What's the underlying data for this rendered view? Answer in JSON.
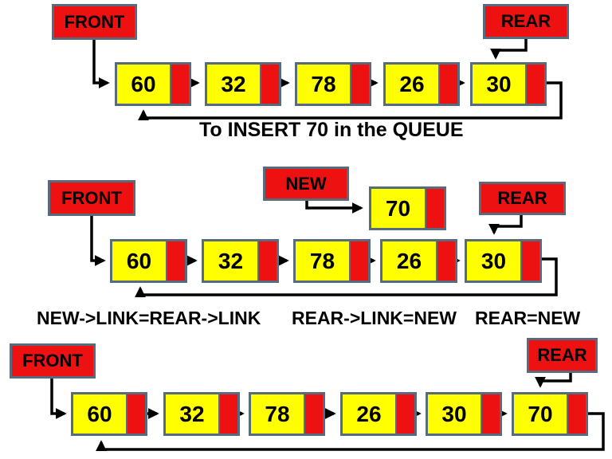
{
  "diagram": {
    "colors": {
      "box_red": "#ee1111",
      "node_yellow": "#ffff00",
      "border_slate": "#566b7e",
      "line_black": "#000000"
    },
    "row1": {
      "front": "FRONT",
      "rear": "REAR",
      "nodes": [
        "60",
        "32",
        "78",
        "26",
        "30"
      ],
      "caption": "To INSERT 70 in the QUEUE"
    },
    "row2": {
      "front": "FRONT",
      "new": "NEW",
      "rear": "REAR",
      "new_node": "70",
      "nodes": [
        "60",
        "32",
        "78",
        "26",
        "30"
      ],
      "captions": [
        "NEW->LINK=REAR->LINK",
        "REAR->LINK=NEW",
        "REAR=NEW"
      ]
    },
    "row3": {
      "front": "FRONT",
      "rear": "REAR",
      "nodes": [
        "60",
        "32",
        "78",
        "26",
        "30",
        "70"
      ]
    }
  }
}
